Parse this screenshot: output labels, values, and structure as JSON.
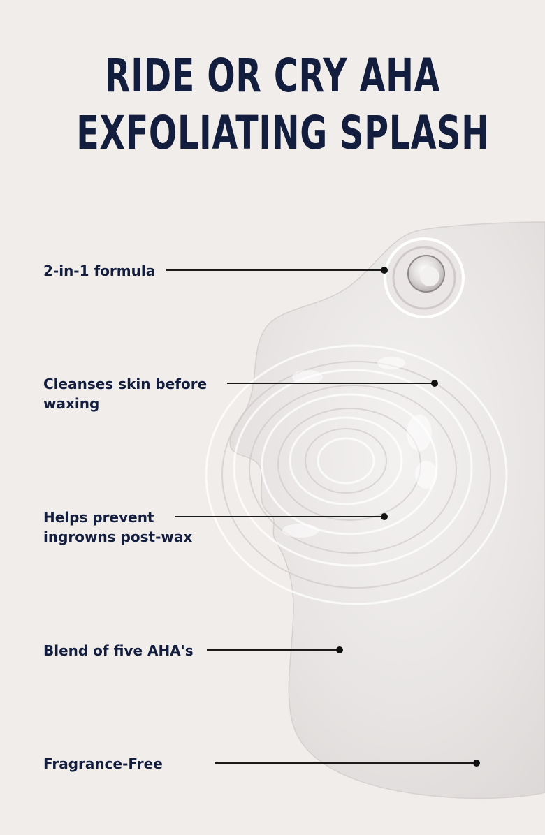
{
  "title": {
    "line1": "RIDE OR CRY AHA",
    "line2": "EXFOLIATING SPLASH"
  },
  "features": [
    {
      "line1": "2-in-1 formula",
      "line2": ""
    },
    {
      "line1": "Cleanses skin before",
      "line2": "waxing"
    },
    {
      "line1": "Helps prevent",
      "line2": "ingrowns post-wax"
    },
    {
      "line1": "Blend of five AHA's",
      "line2": ""
    },
    {
      "line1": "Fragrance-Free",
      "line2": ""
    }
  ],
  "colors": {
    "background": "#f1edeb",
    "title": "#131d3d",
    "label": "#131d3d",
    "splash": "#e4e1e0"
  }
}
